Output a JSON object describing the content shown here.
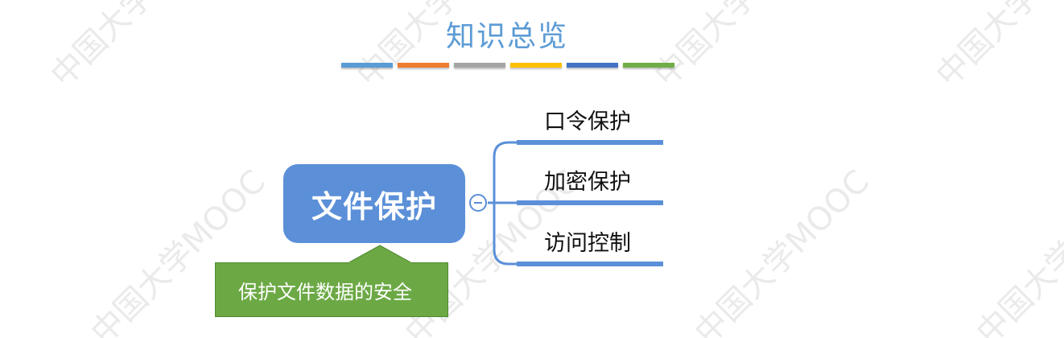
{
  "header": {
    "title": "知识总览",
    "color_bars": [
      "#5b9bd5",
      "#ed7d31",
      "#a5a5a5",
      "#ffc000",
      "#4472c4",
      "#70ad47"
    ]
  },
  "mindmap": {
    "center": {
      "label": "文件保护",
      "color": "#5b8fd8"
    },
    "branches": [
      {
        "label": "口令保护"
      },
      {
        "label": "加密保护"
      },
      {
        "label": "访问控制"
      }
    ],
    "callout": {
      "text": "保护文件数据的安全",
      "color": "#6ca945"
    }
  },
  "watermark": {
    "text": "中国大学MOOC"
  }
}
